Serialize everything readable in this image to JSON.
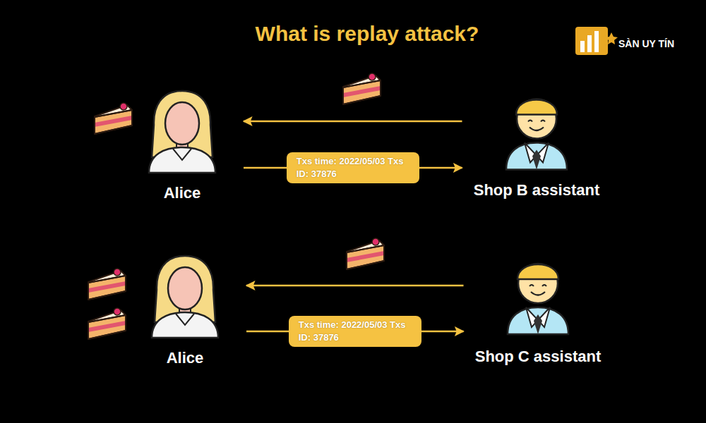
{
  "diagram": {
    "title": "What is replay attack?",
    "nodes": [
      {
        "text": [
          "Alice"
        ]
      },
      {
        "text": [
          "Shop B assistant"
        ]
      },
      {
        "text": [
          "Alice"
        ]
      },
      {
        "text": [
          "Shop C assistant"
        ]
      }
    ],
    "edges": [
      {
        "from": 1,
        "to": 0,
        "arrow": "to"
      },
      {
        "from": 0,
        "to": 1,
        "label": "Txs time: 2022/05/03 Txs ID: 37876",
        "arrow": "to"
      },
      {
        "from": 3,
        "to": 2,
        "arrow": "to"
      },
      {
        "from": 2,
        "to": 3,
        "label": "Txs time: 2022/05/03 Txs ID: 37876",
        "arrow": "to"
      }
    ],
    "labels": [
      "SÀN UY TÍN"
    ]
  }
}
